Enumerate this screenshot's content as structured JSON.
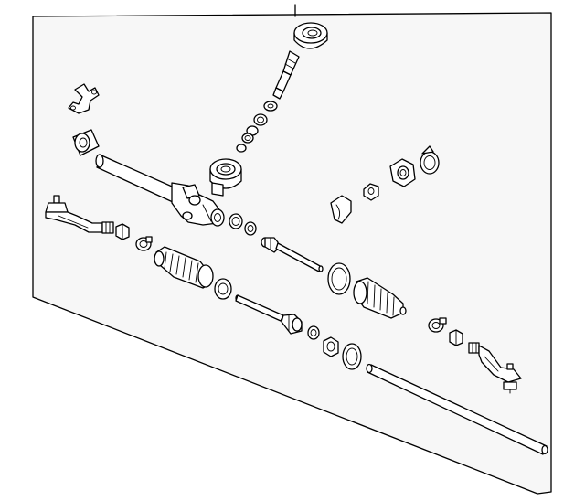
{
  "diagram": {
    "background": "#ffffff",
    "panel_fill": "#f7f7f7",
    "line_color": "#000000",
    "parts": [
      "leader-line",
      "pinion-bearing-cap",
      "pinion-shaft",
      "pinion-seals",
      "valve-housing",
      "rack-bracket",
      "rack-mount-bushing",
      "rack-housing-tube",
      "rack-housing-body",
      "gear-o-rings",
      "left-outer-tie-rod",
      "left-jam-nut",
      "left-boot-clamp",
      "left-boot",
      "left-boot-ring",
      "left-inner-tie-rod",
      "lower-inner-tie-rod",
      "lower-seal-rings",
      "lower-seal-ring",
      "steering-rack-bar",
      "right-boot-ring",
      "right-boot",
      "right-boot-clamp",
      "right-jam-nut",
      "right-outer-tie-rod",
      "bushing-block",
      "adjuster-plug-parts",
      "adjuster-plug",
      "adjuster-cover"
    ]
  }
}
